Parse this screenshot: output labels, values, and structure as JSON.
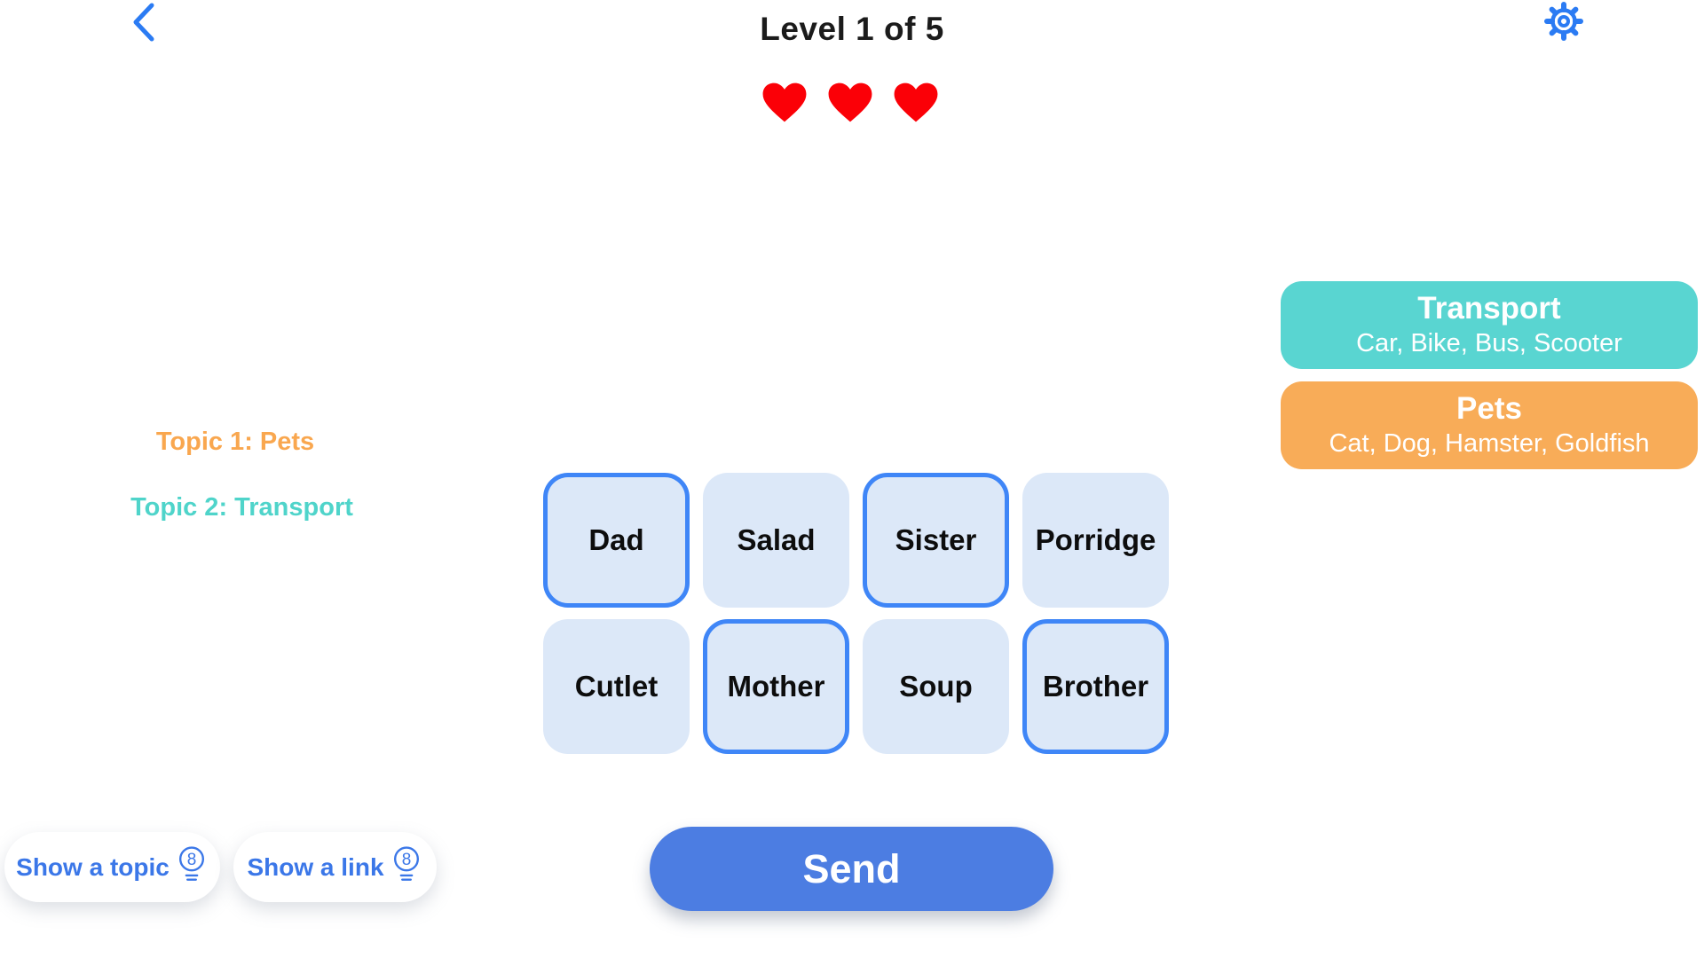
{
  "colors": {
    "accent_blue": "#2b7bf3",
    "link_blue": "#3b77e8",
    "send_blue": "#4c7de2",
    "tile_bg": "#dce8f8",
    "tile_selected_border": "#3f86f7",
    "heart_red": "#fb0007",
    "badge_teal": "#59d5d1",
    "badge_orange": "#f8ac58",
    "topic1_text": "#f9a74f",
    "topic2_text": "#4fd4ca"
  },
  "header": {
    "title": "Level 1 of 5",
    "lives": 3
  },
  "topics": {
    "topic1": "Topic 1: Pets",
    "topic2": "Topic 2: Transport"
  },
  "solved": [
    {
      "name": "Transport",
      "words": "Car, Bike, Bus, Scooter"
    },
    {
      "name": "Pets",
      "words": "Cat, Dog, Hamster, Goldfish"
    }
  ],
  "tiles": [
    {
      "label": "Dad",
      "selected": true
    },
    {
      "label": "Salad",
      "selected": false
    },
    {
      "label": "Sister",
      "selected": true
    },
    {
      "label": "Porridge",
      "selected": false
    },
    {
      "label": "Cutlet",
      "selected": false
    },
    {
      "label": "Mother",
      "selected": true
    },
    {
      "label": "Soup",
      "selected": false
    },
    {
      "label": "Brother",
      "selected": true
    }
  ],
  "hints": {
    "topic": {
      "label": "Show a topic",
      "count": "8"
    },
    "link": {
      "label": "Show a link",
      "count": "8"
    }
  },
  "send_label": "Send"
}
